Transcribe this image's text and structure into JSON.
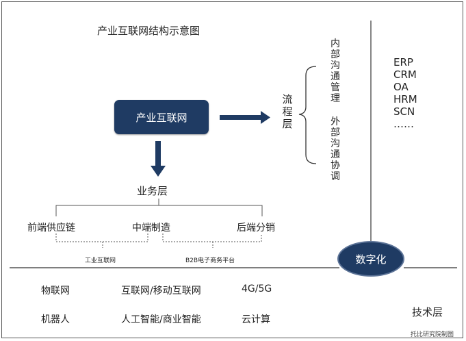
{
  "title": "产业互联网结构示意图",
  "core": "产业互联网",
  "flow": {
    "label": "流程层",
    "internal": "内部沟通管理",
    "external": "外部沟通协调"
  },
  "business": {
    "label": "业务层",
    "items": [
      "前端供应链",
      "中端制造",
      "后端分销"
    ],
    "platforms": [
      "工业互联网",
      "B2B电子商务平台"
    ]
  },
  "systems": [
    "ERP",
    "CRM",
    "OA",
    "HRM",
    "SCN",
    "……"
  ],
  "digital": "数字化",
  "tech": {
    "label": "技术层",
    "row1": [
      "物联网",
      "互联网/移动互联网",
      "4G/5G"
    ],
    "row2": [
      "机器人",
      "人工智能/商业智能",
      "云计算"
    ]
  },
  "credit": "托比研究院制图",
  "colors": {
    "node_fill": "#1f3b63",
    "line": "#333333"
  }
}
